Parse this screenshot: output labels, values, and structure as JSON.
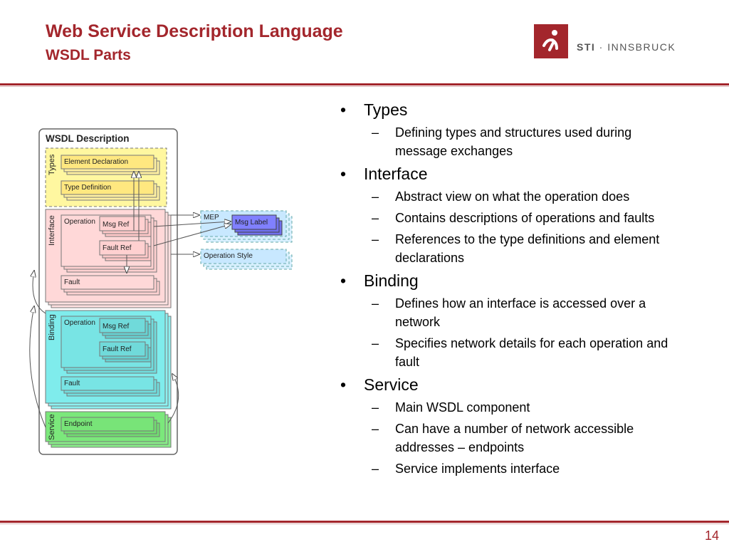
{
  "header": {
    "title": "Web Service Description Language",
    "subtitle": "WSDL Parts",
    "logo_text_bold": "STI",
    "logo_text_rest": " · INNSBRUCK",
    "accent_color": "#a3262c"
  },
  "footer": {
    "page_number": "14"
  },
  "diagram": {
    "title": "WSDL Description",
    "section_types": "Types",
    "section_interface": "Interface",
    "section_binding": "Binding",
    "section_service": "Service",
    "element_declaration": "Element Declaration",
    "type_definition": "Type Definition",
    "interface_operation": "Operation",
    "interface_msg_ref": "Msg Ref",
    "interface_fault_ref": "Fault Ref",
    "interface_fault": "Fault",
    "binding_operation": "Operation",
    "binding_msg_ref": "Msg Ref",
    "binding_fault_ref": "Fault Ref",
    "binding_fault": "Fault",
    "endpoint": "Endpoint",
    "mep": "MEP",
    "msg_label": "Msg Label",
    "operation_style": "Operation Style"
  },
  "bullets": [
    {
      "label": "Types",
      "subs": [
        "Defining types and structures used during message exchanges"
      ]
    },
    {
      "label": "Interface",
      "subs": [
        "Abstract view on what the operation does",
        "Contains descriptions of operations and faults",
        "References to the type definitions and element declarations"
      ]
    },
    {
      "label": "Binding",
      "subs": [
        "Defines how an interface is accessed over a network",
        "Specifies network details for each operation and fault"
      ]
    },
    {
      "label": "Service",
      "subs": [
        "Main WSDL component",
        "Can have a number of network accessible addresses – endpoints",
        "Service implements interface"
      ]
    }
  ]
}
